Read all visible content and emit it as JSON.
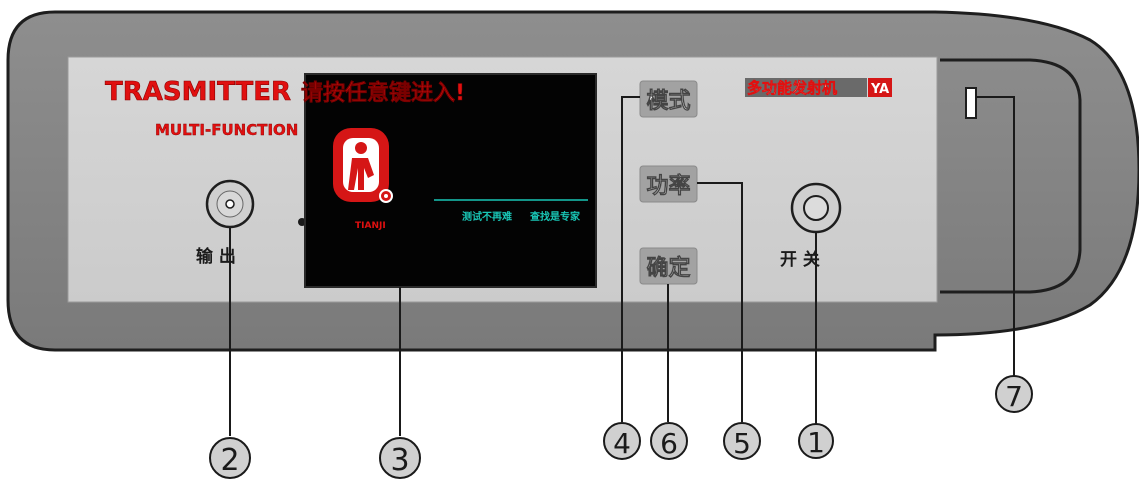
{
  "brand": {
    "name": "TRASMITTER",
    "subtitle": "MULTI-FUNCTION",
    "color": "#e01010"
  },
  "screen": {
    "headline": "请按任意键进入!",
    "logo_caption": "TIANJI",
    "status_left": "测试不再难",
    "status_right": "查找是专家",
    "status_color": "#19c6b6"
  },
  "model_label": {
    "text": "多功能发射机",
    "badge": "YA"
  },
  "ports": {
    "output_label": "输 出",
    "power_label": "开 关"
  },
  "buttons": {
    "mode": "模式",
    "power_level": "功率",
    "confirm": "确定"
  },
  "callouts": [
    {
      "id": "power-switch",
      "number": "1"
    },
    {
      "id": "output-port",
      "number": "2"
    },
    {
      "id": "screen",
      "number": "3"
    },
    {
      "id": "mode-button",
      "number": "4"
    },
    {
      "id": "power-level-button",
      "number": "5"
    },
    {
      "id": "confirm-button",
      "number": "6"
    },
    {
      "id": "side-slot",
      "number": "7"
    }
  ]
}
